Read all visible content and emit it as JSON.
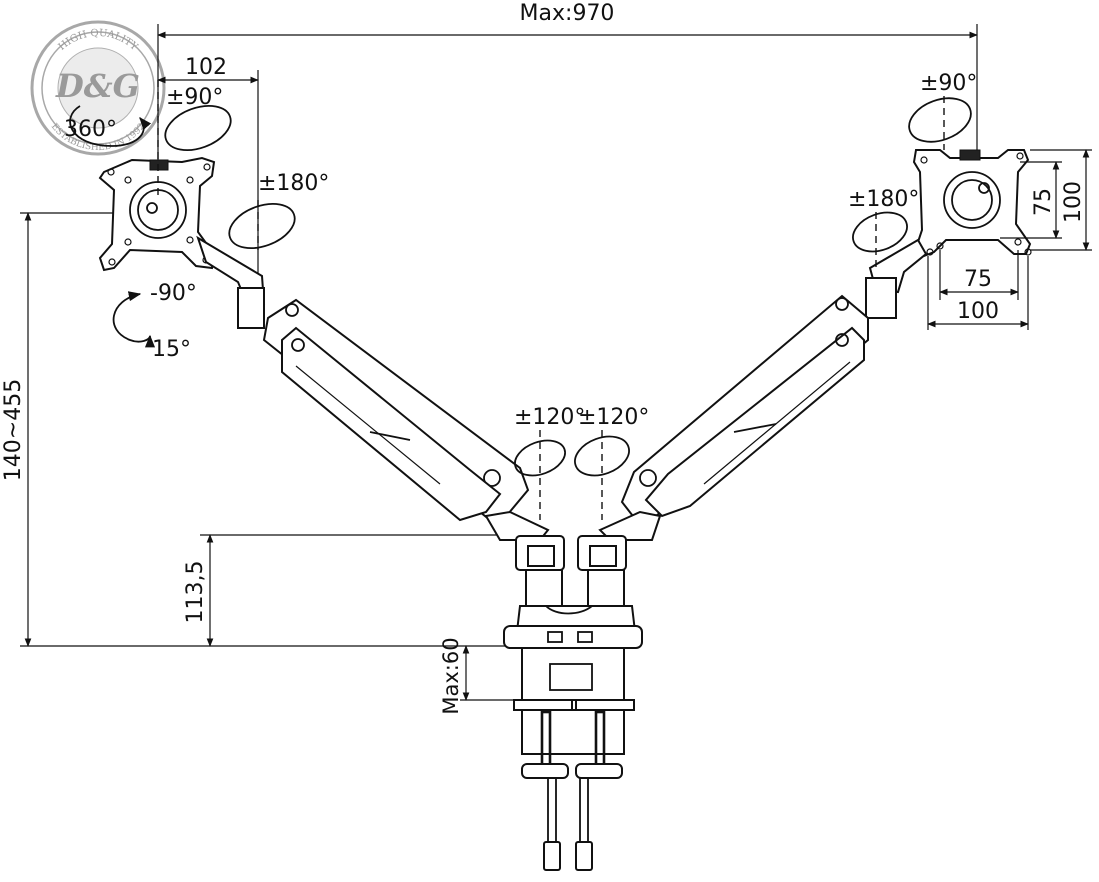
{
  "watermark": {
    "brand": "D&G",
    "ring_top": "HIGH QUALITY",
    "ring_bottom": "ESTABLISHED IN 1992",
    "color": "#9a9a9a"
  },
  "dimensions": {
    "overall_width": "Max:970",
    "left_offset": "102",
    "height_range": "140~455",
    "pole_height": "113,5",
    "clamp_max": "Max:60",
    "vesa_small_h": "75",
    "vesa_large_h": "100",
    "vesa_small_v": "75",
    "vesa_large_v": "100"
  },
  "rotations": {
    "left_tilt": "±90°",
    "left_swivel": "360°",
    "left_rotate": "±180°",
    "left_tilt_down": "-90°",
    "left_tilt_up": "15°",
    "right_tilt": "±90°",
    "right_rotate": "±180°",
    "base_left": "±120°",
    "base_right": "±120°"
  },
  "colors": {
    "line": "#111111",
    "background": "#ffffff"
  }
}
